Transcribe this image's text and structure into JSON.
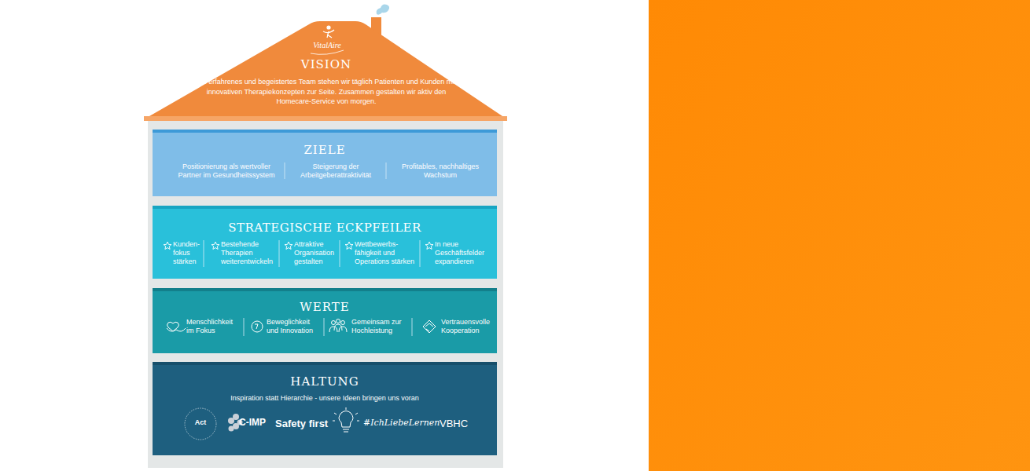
{
  "diagram": {
    "nodes": [
      {
        "text": [
          "VISION",
          "Als erfahrenes und begeistertes Team stehen wir täglich Patienten und Kunden mit innovativen Therapiekonzepten zur Seite. Zusammen gestalten wir aktiv den Homecare-Service von morgen."
        ]
      },
      {
        "text": [
          "ZIELE",
          "Positionierung als wertvoller Partner im Gesundheitssystem",
          "Steigerung der Arbeitgeberattraktivität",
          "Profitables, nachhaltiges Wachstum"
        ]
      },
      {
        "text": [
          "STRATEGISCHE ECKPFEILER",
          "Kunden- fokus stärken",
          "Bestehende Therapien weiterentwickeln",
          "Attraktive Organisation gestalten",
          "Wettbewerbs- fähigkeit und Operations stärken",
          "In neue Geschäftsfelder expandieren"
        ]
      },
      {
        "text": [
          "WERTE",
          "Menschlichkeit im Fokus",
          "Beweglichkeit und Innovation",
          "Gemeinsam zur Hochleistung",
          "Vertrauensvolle Kooperation"
        ]
      },
      {
        "text": [
          "HALTUNG",
          "Inspiration statt Hierarchie - unsere Ideen bringen uns voran",
          "Act",
          "C-IMP",
          "Safety first",
          "#IchLiebeLernen",
          "VBHC"
        ]
      }
    ],
    "labels": [
      "VitalAire"
    ]
  }
}
